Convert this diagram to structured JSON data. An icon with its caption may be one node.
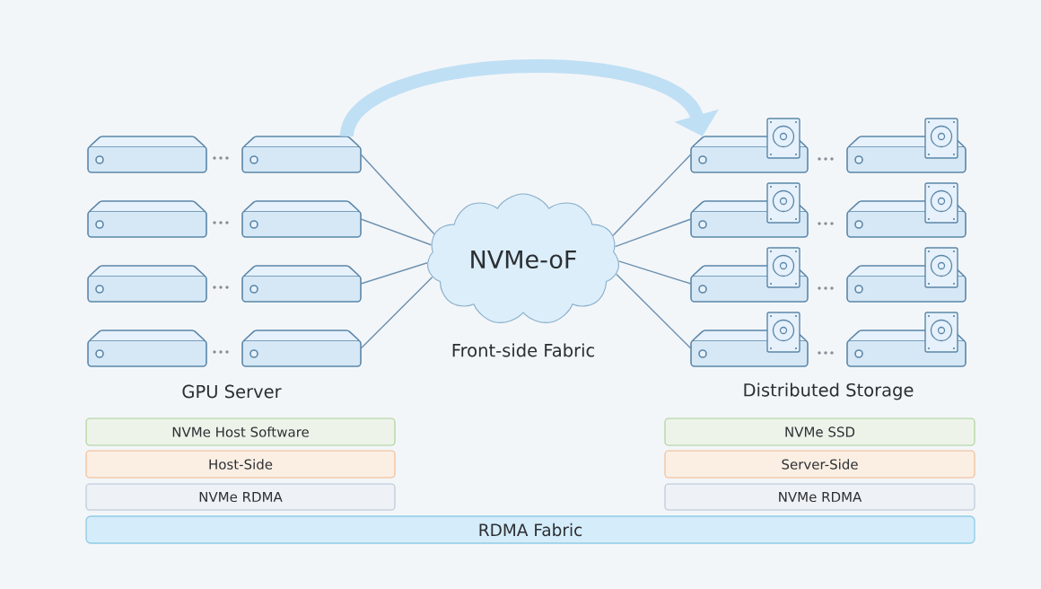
{
  "diagram": {
    "nodes": [
      {
        "text": [],
        "shape": "server"
      },
      {
        "text": [],
        "shape": "server"
      },
      {
        "text": [],
        "shape": "server"
      },
      {
        "text": [],
        "shape": "server"
      },
      {
        "text": [],
        "shape": "server"
      },
      {
        "text": [],
        "shape": "server"
      },
      {
        "text": [],
        "shape": "server"
      },
      {
        "text": [],
        "shape": "server"
      },
      {
        "text": [
          "NVMe-oF"
        ],
        "beside": [
          "Front-side Fabric"
        ]
      },
      {
        "text": [],
        "shape": "storage"
      },
      {
        "text": [],
        "shape": "storage"
      },
      {
        "text": [],
        "shape": "storage"
      },
      {
        "text": [],
        "shape": "storage"
      },
      {
        "text": [],
        "shape": "storage"
      },
      {
        "text": [],
        "shape": "storage"
      },
      {
        "text": [],
        "shape": "storage"
      },
      {
        "text": [],
        "shape": "storage"
      },
      {
        "text": [
          "NVMe Host Software"
        ]
      },
      {
        "text": [
          "NVMe SSD"
        ]
      },
      {
        "text": [
          "Host-Side"
        ]
      },
      {
        "text": [
          "Server-Side"
        ]
      },
      {
        "text": [
          "NVMe RDMA"
        ]
      },
      {
        "text": [
          "NVMe RDMA"
        ]
      },
      {
        "text": [
          "RDMA Fabric"
        ]
      }
    ],
    "edges": [
      {
        "from": 1,
        "to": 8,
        "arrow": "none"
      },
      {
        "from": 3,
        "to": 8,
        "arrow": "none"
      },
      {
        "from": 5,
        "to": 8,
        "arrow": "none"
      },
      {
        "from": 7,
        "to": 8,
        "arrow": "none"
      },
      {
        "from": 8,
        "to": 9,
        "arrow": "none"
      },
      {
        "from": 8,
        "to": 11,
        "arrow": "none"
      },
      {
        "from": 8,
        "to": 13,
        "arrow": "none"
      },
      {
        "from": 8,
        "to": 15,
        "arrow": "none"
      },
      {
        "from": 1,
        "to": 9,
        "arrow": "to",
        "style": "thick",
        "color": "#bfdff4"
      }
    ],
    "labels": [
      "GPU Server",
      "Distributed Storage"
    ]
  }
}
